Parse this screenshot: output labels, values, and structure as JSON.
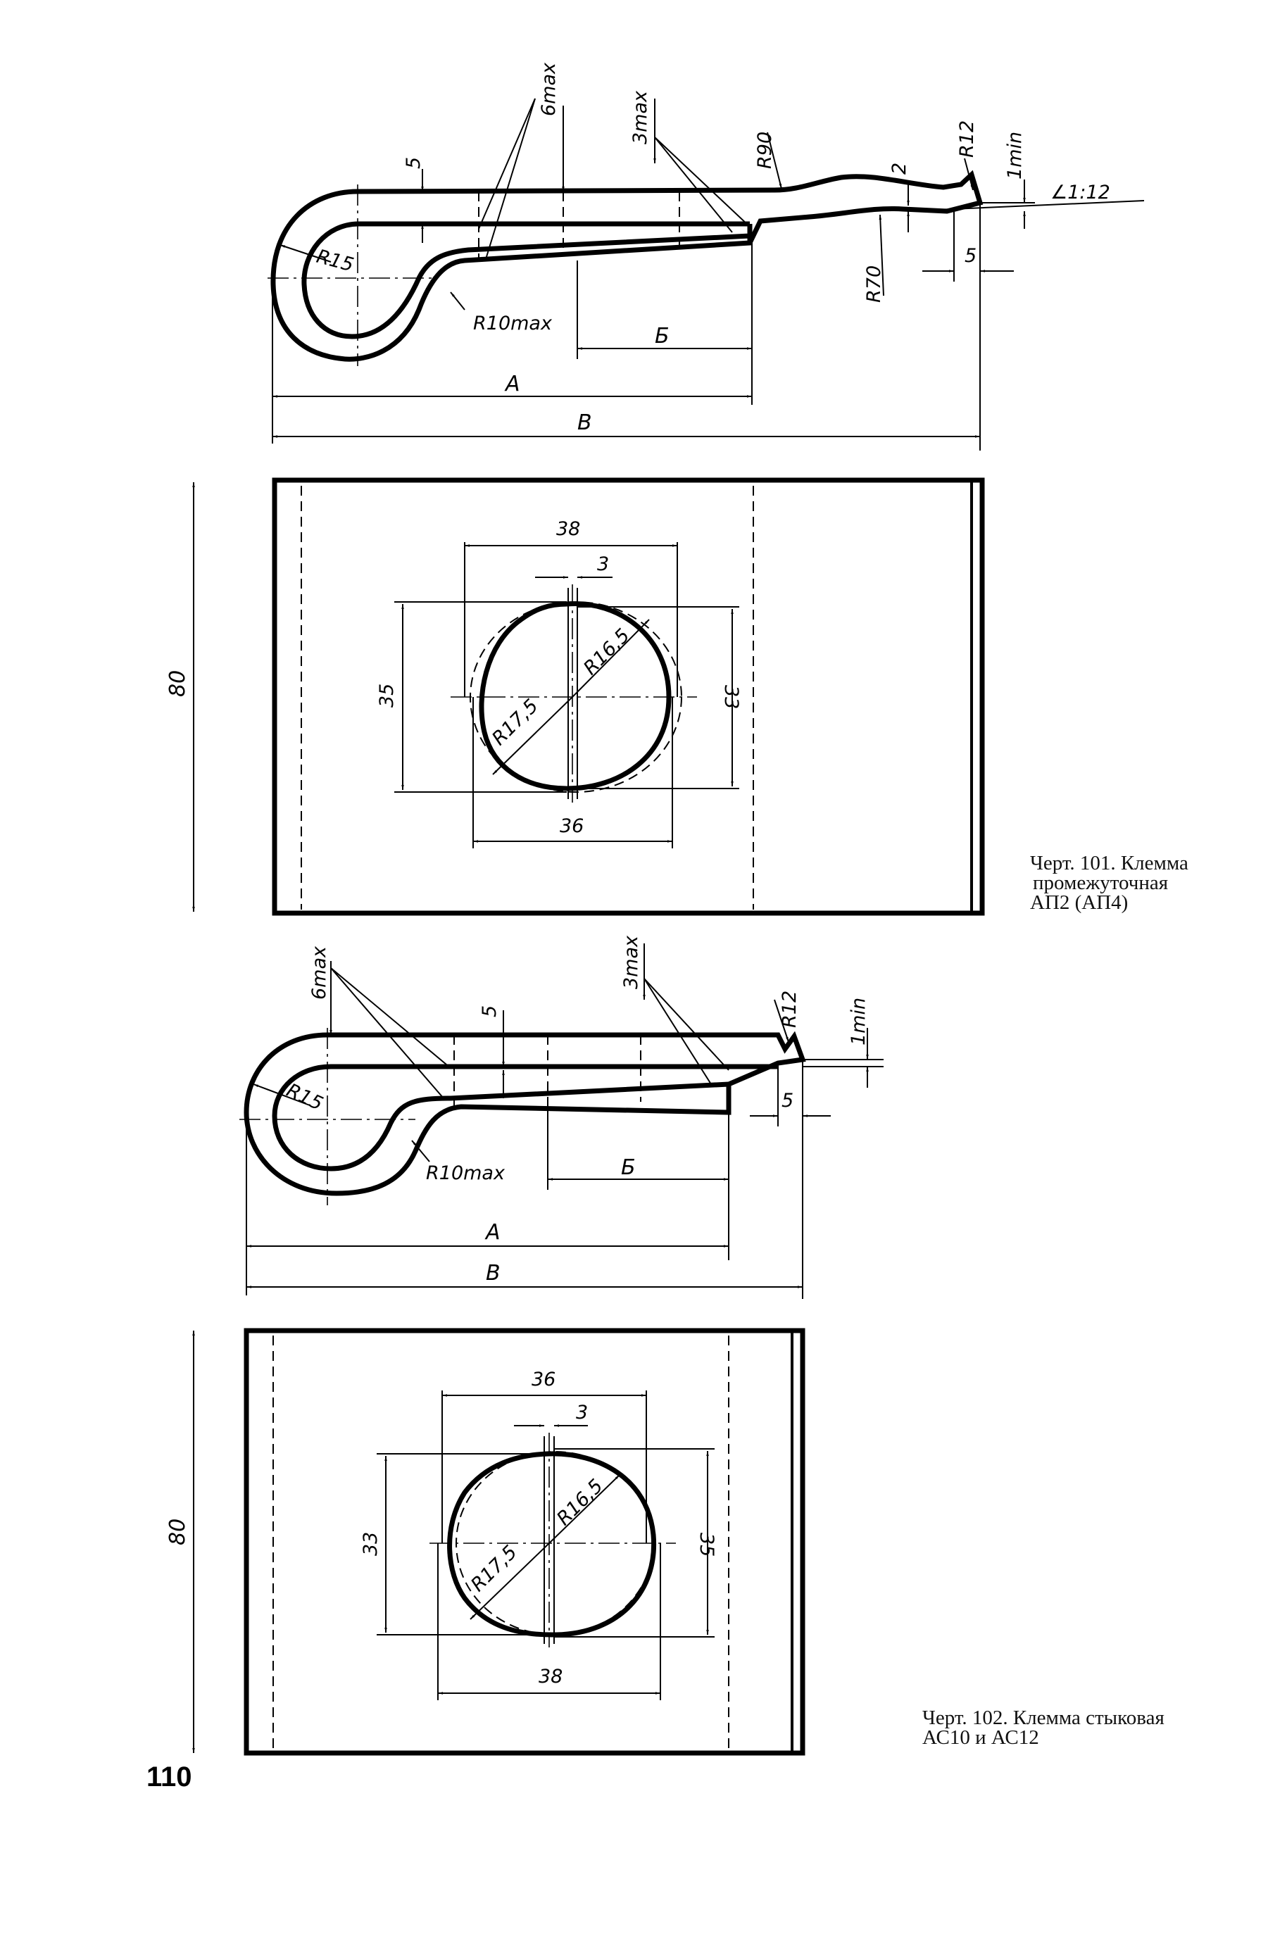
{
  "page": {
    "number": "110"
  },
  "figure101": {
    "caption": [
      "Черт. 101. Клемма",
      "промежуточная",
      "АП2 (АП4)"
    ],
    "profile_labels": {
      "dim_5": "5",
      "dim_6max": "6max",
      "dim_3max": "3max",
      "r90": "R90",
      "dim_2": "2",
      "r12": "R12",
      "dim_1min": "1min",
      "taper": "∠1:12",
      "r15": "R15",
      "r10max": "R10max",
      "r70": "R70",
      "dim_5b": "5",
      "b_cyr": "Б",
      "a": "А",
      "v": "В"
    },
    "plan_labels": {
      "height": "80",
      "top": "38",
      "slot": "3",
      "left": "35",
      "right": "33",
      "r_large": "R17,5",
      "r_small": "R16,5",
      "bottom": "36"
    }
  },
  "figure102": {
    "caption": [
      "Черт. 102. Клемма стыковая",
      "АС10 и АС12"
    ],
    "profile_labels": {
      "dim_6max": "6max",
      "dim_5": "5",
      "dim_3max": "3max",
      "r12": "R12",
      "dim_1min": "1min",
      "r15": "R15",
      "r10max": "R10max",
      "dim_5b": "5",
      "b_cyr": "Б",
      "a": "А",
      "v": "В"
    },
    "plan_labels": {
      "height": "80",
      "top": "36",
      "slot": "3",
      "left": "33",
      "right": "35",
      "r_large": "R17,5",
      "r_small": "R16,5",
      "bottom": "38"
    }
  }
}
